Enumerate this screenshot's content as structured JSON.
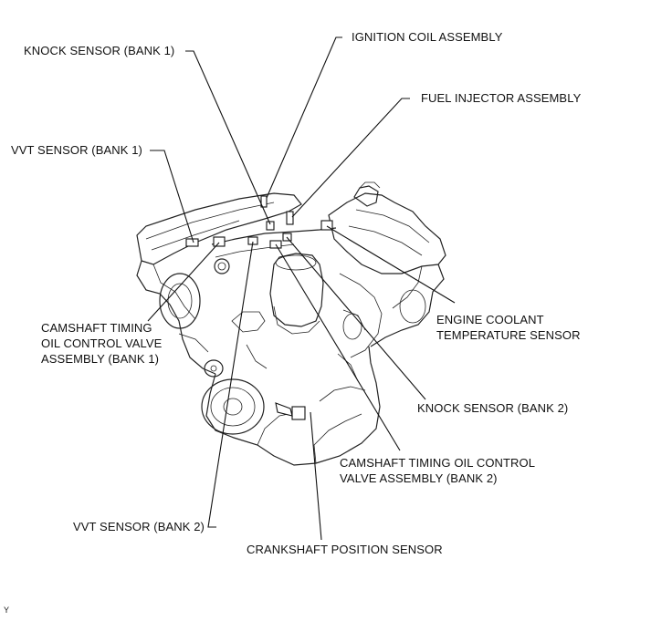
{
  "colors": {
    "line": "#111111",
    "background": "#ffffff"
  },
  "labels": {
    "ignition_coil": "IGNITION COIL ASSEMBLY",
    "knock_bank1": "KNOCK SENSOR (BANK 1)",
    "fuel_injector": "FUEL INJECTOR ASSEMBLY",
    "vvt_bank1": "VVT SENSOR (BANK 1)",
    "ect": [
      "ENGINE COOLANT",
      "TEMPERATURE SENSOR"
    ],
    "ocv_bank1": [
      "CAMSHAFT TIMING",
      "OIL CONTROL VALVE",
      "ASSEMBLY (BANK 1)"
    ],
    "knock_bank2": "KNOCK SENSOR (BANK 2)",
    "ocv_bank2": [
      "CAMSHAFT TIMING OIL CONTROL",
      "VALVE ASSEMBLY (BANK 2)"
    ],
    "vvt_bank2": "VVT SENSOR (BANK 2)",
    "crankshaft": "CRANKSHAFT POSITION SENSOR"
  },
  "corner_mark": "Y"
}
